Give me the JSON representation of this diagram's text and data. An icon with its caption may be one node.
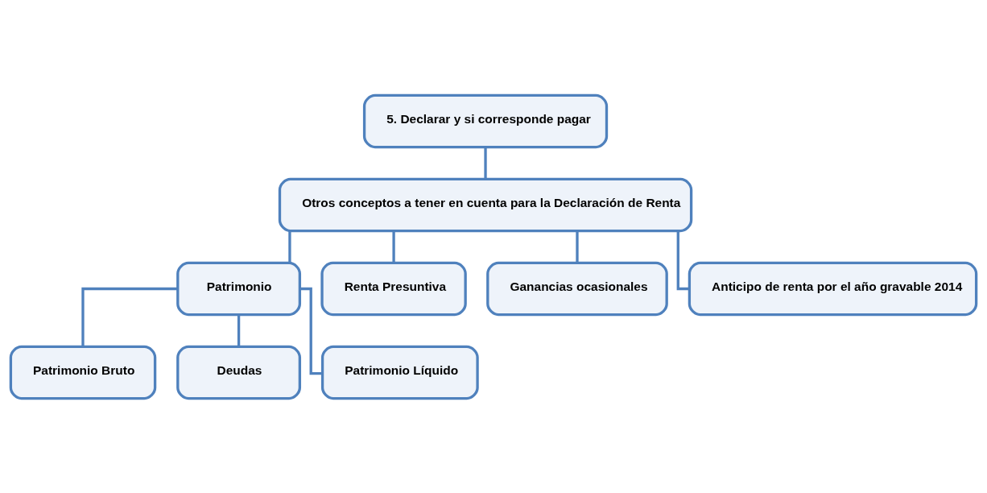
{
  "diagram": {
    "nodes": [
      {
        "text": [
          "5. Declarar y si corresponde pagar"
        ]
      },
      {
        "text": [
          "Otros conceptos a tener en cuenta para la Declaración de Renta"
        ]
      },
      {
        "text": [
          "Patrimonio"
        ]
      },
      {
        "text": [
          "Renta Presuntiva"
        ]
      },
      {
        "text": [
          "Ganancias ocasionales"
        ]
      },
      {
        "text": [
          "Anticipo de renta por el año gravable 2014"
        ]
      },
      {
        "text": [
          "Patrimonio Bruto"
        ]
      },
      {
        "text": [
          "Deudas"
        ]
      },
      {
        "text": [
          "Patrimonio Líquido"
        ]
      }
    ],
    "edges": [
      {
        "from": 0,
        "to": 1,
        "arrow": "none"
      },
      {
        "from": 1,
        "to": 2,
        "arrow": "none"
      },
      {
        "from": 1,
        "to": 3,
        "arrow": "none"
      },
      {
        "from": 1,
        "to": 4,
        "arrow": "none"
      },
      {
        "from": 1,
        "to": 5,
        "arrow": "none"
      },
      {
        "from": 2,
        "to": 6,
        "arrow": "none"
      },
      {
        "from": 2,
        "to": 7,
        "arrow": "none"
      },
      {
        "from": 2,
        "to": 8,
        "arrow": "none"
      }
    ]
  }
}
